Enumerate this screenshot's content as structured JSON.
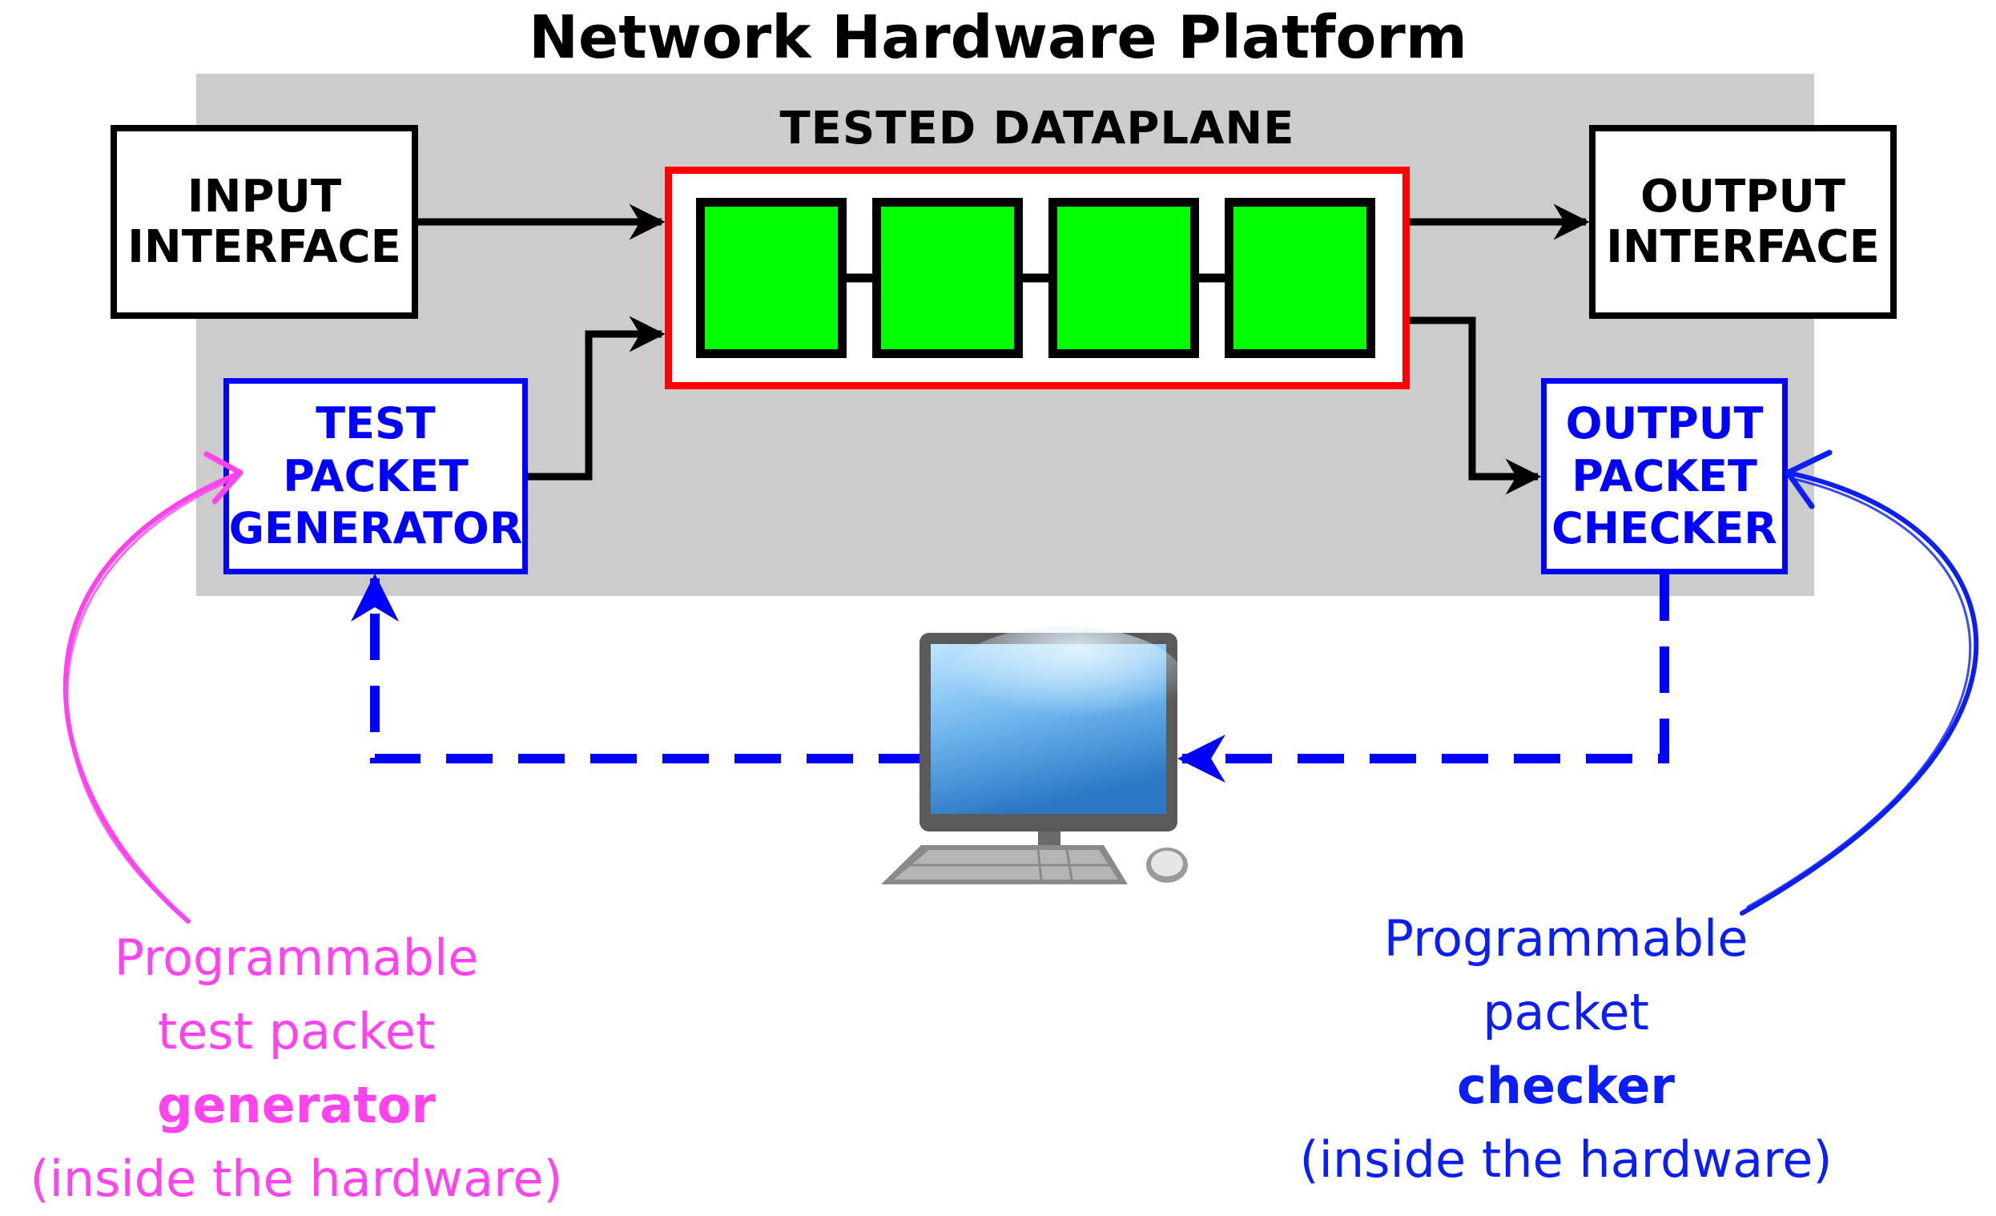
{
  "title": "Network Hardware Platform",
  "dataplane": {
    "label": "TESTED DATAPLANE",
    "stage_count": 4,
    "border_color": "#ff0000",
    "stage_color": "#00ff00"
  },
  "input_interface": {
    "line1": "INPUT",
    "line2": "INTERFACE"
  },
  "output_interface": {
    "line1": "OUTPUT",
    "line2": "INTERFACE"
  },
  "test_packet_generator": {
    "line1": "TEST",
    "line2": "PACKET",
    "line3": "GENERATOR"
  },
  "output_packet_checker": {
    "line1": "OUTPUT",
    "line2": "PACKET",
    "line3": "CHECKER"
  },
  "left_caption": {
    "line1": "Programmable",
    "line2": "test packet",
    "line3_bold": "generator",
    "line4": "(inside the hardware)",
    "color": "#ff44ee"
  },
  "right_caption": {
    "line1": "Programmable",
    "line2": "packet",
    "line3_bold": "checker",
    "line4": "(inside the hardware)",
    "color": "#0a1ef5"
  },
  "computer_icon": "desktop-computer-icon",
  "colors": {
    "platform_background": "#cccccc",
    "control_path": "#0000ff",
    "data_path": "#000000"
  }
}
